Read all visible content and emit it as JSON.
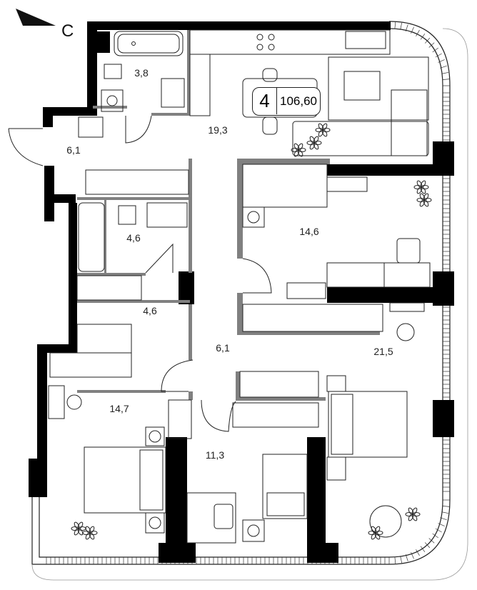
{
  "compass": {
    "label": "С"
  },
  "apartment": {
    "rooms": "4",
    "area": "106,60"
  },
  "rooms": {
    "bath1": "3,8",
    "kitchen": "19,3",
    "hall": "6,1",
    "bath2": "4,6",
    "laundry": "4,6",
    "bedroom1": "14,6",
    "corridor": "6,1",
    "bedroom2": "21,5",
    "bedroom3": "14,7",
    "bedroom4": "11,3"
  },
  "colors": {
    "wall": "#000000",
    "partition": "#808080",
    "furniture": "#222222",
    "accent": "#111111"
  }
}
